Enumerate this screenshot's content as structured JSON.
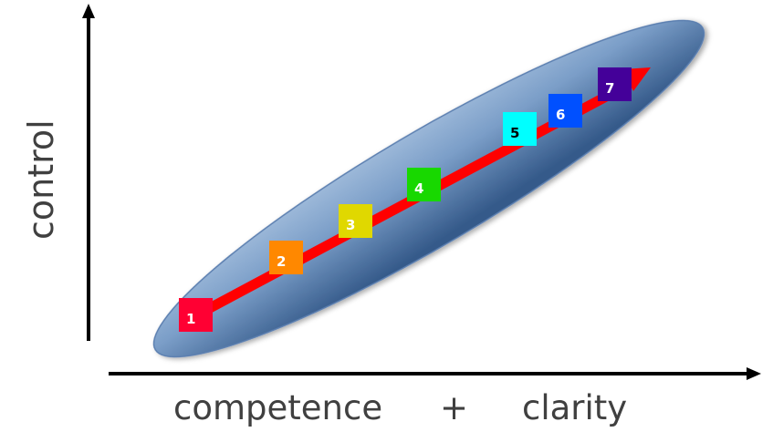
{
  "axes": {
    "y_label": "control",
    "x_label_left": "competence",
    "x_label_plus": "+",
    "x_label_right": "clarity"
  },
  "colors": {
    "axis": "#000000",
    "ellipse_light": "#9bb7d8",
    "ellipse_dark": "#3d6394",
    "path": "#ff0000",
    "label_text": "#404040"
  },
  "steps": [
    {
      "label": "1",
      "color": "#ff0033",
      "text_color": "#ffffff"
    },
    {
      "label": "2",
      "color": "#ff8800",
      "text_color": "#ffffff"
    },
    {
      "label": "3",
      "color": "#e0d800",
      "text_color": "#ffffff"
    },
    {
      "label": "4",
      "color": "#18d800",
      "text_color": "#ffffff"
    },
    {
      "label": "5",
      "color": "#00ffff",
      "text_color": "#000000"
    },
    {
      "label": "6",
      "color": "#0050ff",
      "text_color": "#ffffff"
    },
    {
      "label": "7",
      "color": "#440099",
      "text_color": "#ffffff"
    }
  ]
}
